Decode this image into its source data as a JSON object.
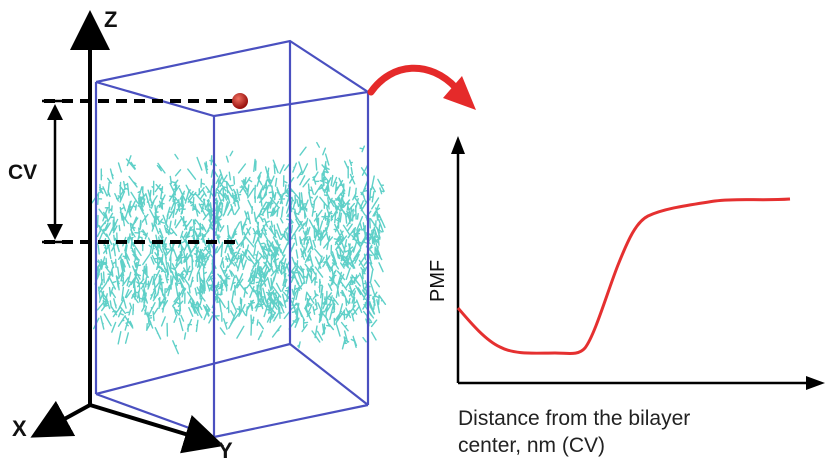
{
  "diagram": {
    "axes3d": {
      "z_label": "Z",
      "x_label": "X",
      "y_label": "Y"
    },
    "cv_label": "CV",
    "plot": {
      "ylabel": "PMF",
      "xlabel_lines": [
        "Distance from the bilayer",
        "center, nm (CV)"
      ]
    },
    "colors": {
      "box": "#4a50c0",
      "lipid": "#5fd0c8",
      "curve": "#e53030",
      "arrow": "#e52a2a",
      "molecule": "#c0201a",
      "axes": "#000000"
    }
  }
}
